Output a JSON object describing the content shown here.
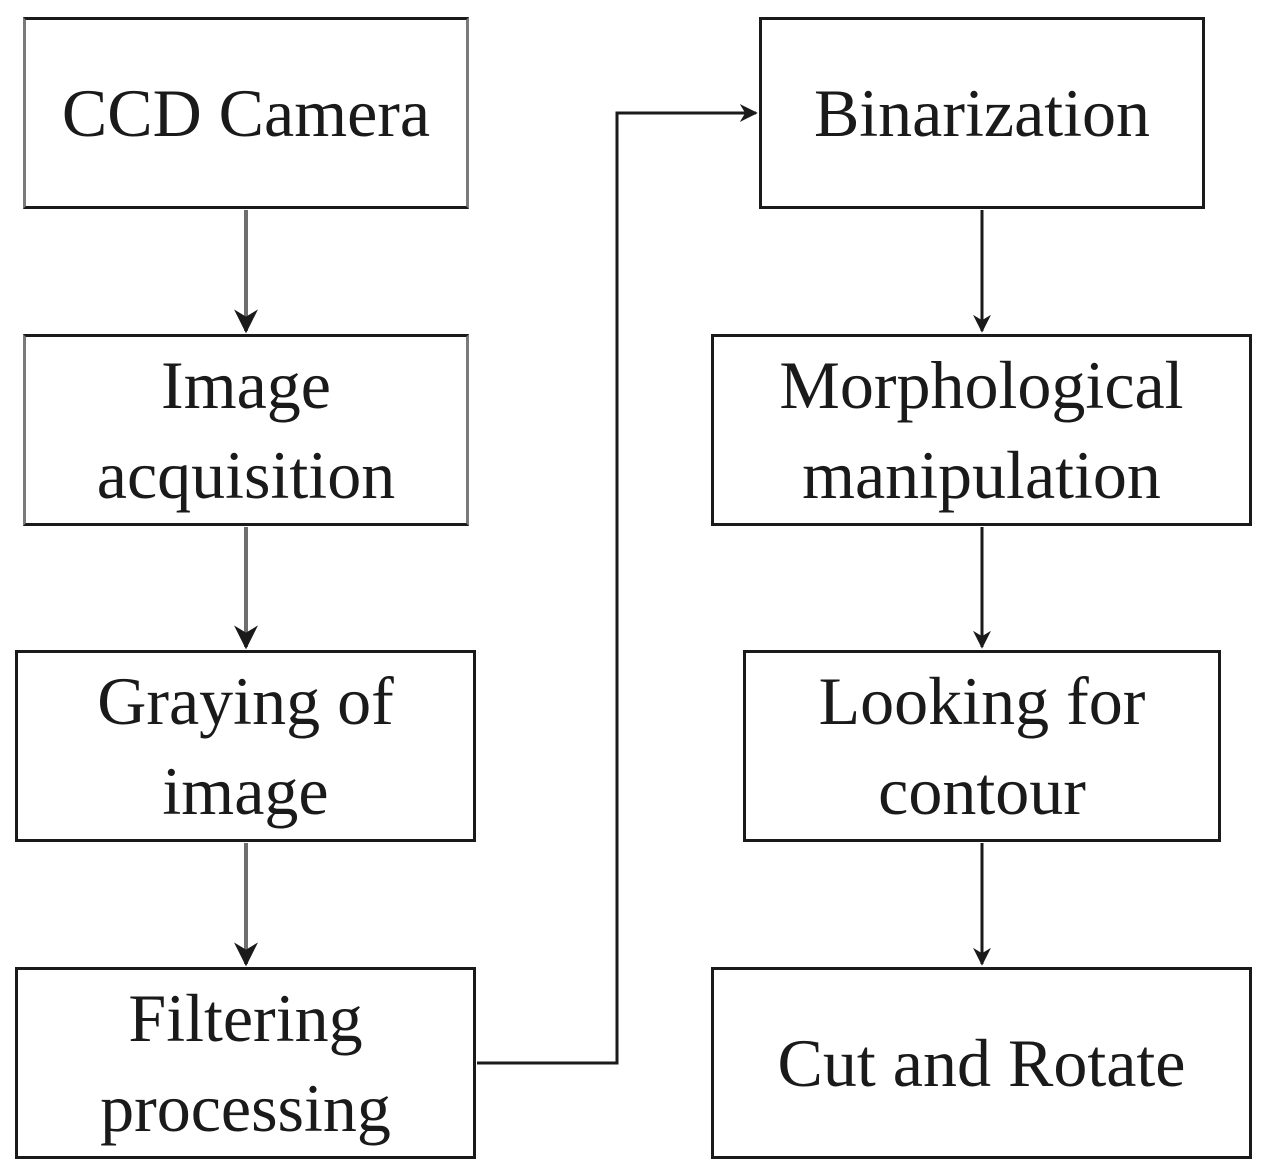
{
  "steps": {
    "ccd_camera": "CCD Camera",
    "image_acquisition": "Image\nacquisition",
    "graying_of_image": "Graying of\nimage",
    "filtering_processing": "Filtering\nprocessing",
    "binarization": "Binarization",
    "morphological_manipulation": "Morphological\nmanipulation",
    "looking_for_contour": "Looking for\ncontour",
    "cut_and_rotate": "Cut and Rotate"
  },
  "colors": {
    "box_border": "#1a1a1a",
    "left_arrow": "#6e6e6e",
    "right_arrow": "#1a1a1a",
    "text": "#1a1a1a"
  }
}
